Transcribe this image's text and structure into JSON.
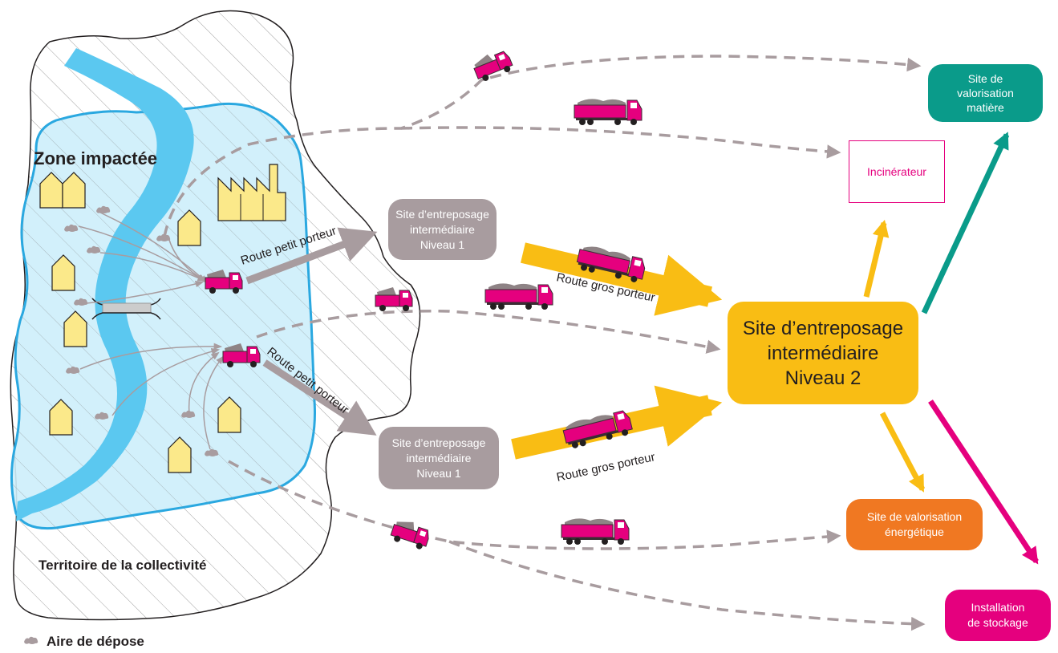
{
  "title": "",
  "colors": {
    "water": "#5bc8f0",
    "zone_fill": "#cdeefb",
    "zone_stroke": "#2aa8e0",
    "house": "#fbe98a",
    "truck": "#e5007e",
    "grey_route": "#a89c9f",
    "grey_box": "#a89c9f",
    "yellow": "#f9bd14",
    "teal": "#0a9b8a",
    "orange": "#f07822",
    "pink": "#e5007e",
    "incinerator_border": "#e5007e"
  },
  "labels": {
    "zone": "Zone impactée",
    "territory": "Territoire de la collectivité",
    "legend": "Aire de dépose",
    "route_small_1": "Route petit porteur",
    "route_small_2": "Route petit porteur",
    "route_big_1": "Route gros porteur",
    "route_big_2": "Route gros porteur"
  },
  "nodes": {
    "site_n1_top": "Site d’entreposage\nintermédiaire\nNiveau 1",
    "site_n1_bottom": "Site d’entreposage\nintermédiaire\nNiveau 1",
    "site_n2": "Site d’entreposage\nintermédiaire\nNiveau 2",
    "incinerator": "Incinérateur",
    "valorisation_matiere": "Site de\nvalorisation\nmatière",
    "valorisation_energetique": "Site de valorisation\nénergétique",
    "stockage": "Installation\nde stockage"
  },
  "icons": {
    "truck_small": "small-truck-icon",
    "truck_big": "big-truck-icon",
    "house": "house-icon",
    "factory": "factory-icon",
    "bridge": "bridge-icon",
    "drop_zone": "drop-zone-icon"
  }
}
